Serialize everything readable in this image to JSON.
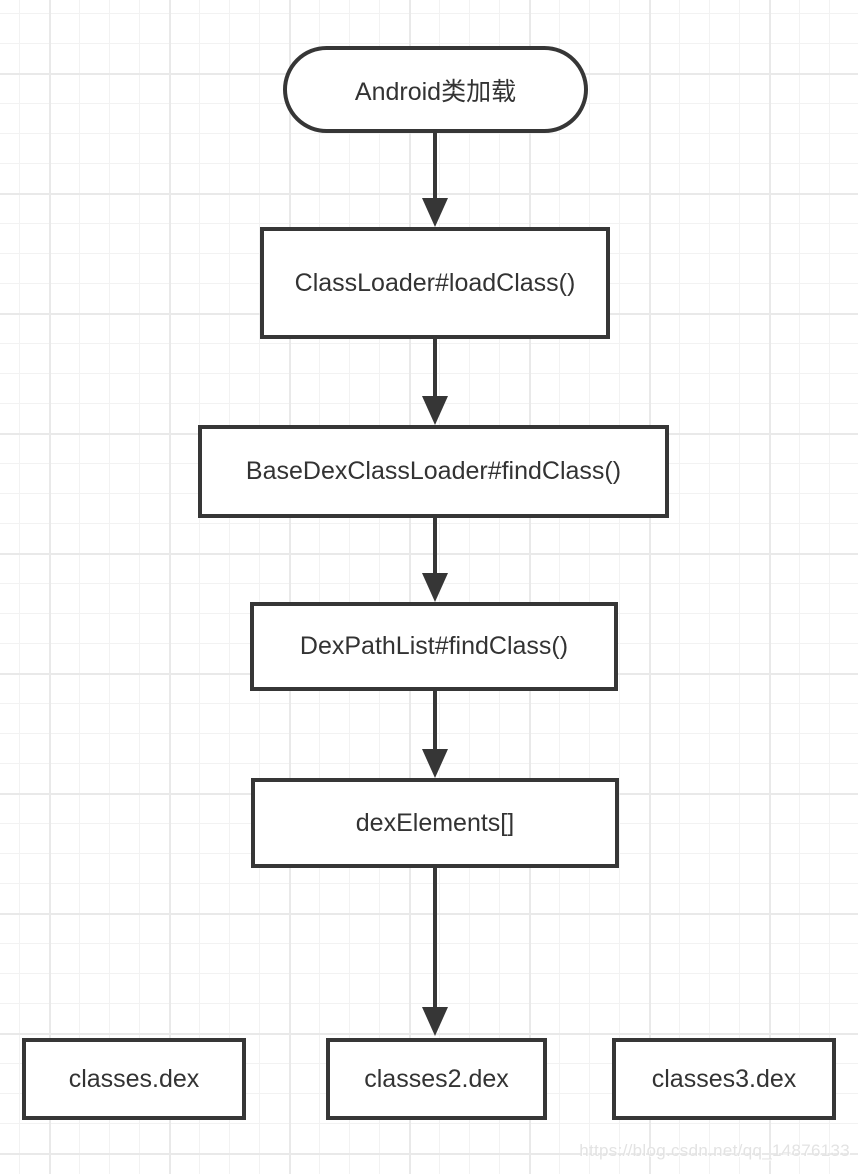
{
  "diagram": {
    "title": "Android类加载",
    "nodes": {
      "start": {
        "label": "Android类加载",
        "shape": "stadium"
      },
      "load_class": {
        "label": "ClassLoader#loadClass()",
        "shape": "rect"
      },
      "base_dex_find_class": {
        "label": "BaseDexClassLoader#findClass()",
        "shape": "rect"
      },
      "dex_path_list_find_class": {
        "label": "DexPathList#findClass()",
        "shape": "rect"
      },
      "dex_elements": {
        "label": "dexElements[]",
        "shape": "rect"
      },
      "classes_dex": {
        "label": "classes.dex",
        "shape": "rect"
      },
      "classes2_dex": {
        "label": "classes2.dex",
        "shape": "rect"
      },
      "classes3_dex": {
        "label": "classes3.dex",
        "shape": "rect"
      }
    },
    "edges": [
      {
        "from": "start",
        "to": "load_class"
      },
      {
        "from": "load_class",
        "to": "base_dex_find_class"
      },
      {
        "from": "base_dex_find_class",
        "to": "dex_path_list_find_class"
      },
      {
        "from": "dex_path_list_find_class",
        "to": "dex_elements"
      },
      {
        "from": "dex_elements",
        "to": "classes2_dex"
      }
    ],
    "colors": {
      "node_stroke": "#363636",
      "node_fill": "#ffffff",
      "text": "#333333",
      "grid_minor": "#f2f2f2",
      "grid_major": "#e9e9e9",
      "watermark": "#e3e3e3"
    },
    "watermark": "https://blog.csdn.net/qq_14876133"
  }
}
